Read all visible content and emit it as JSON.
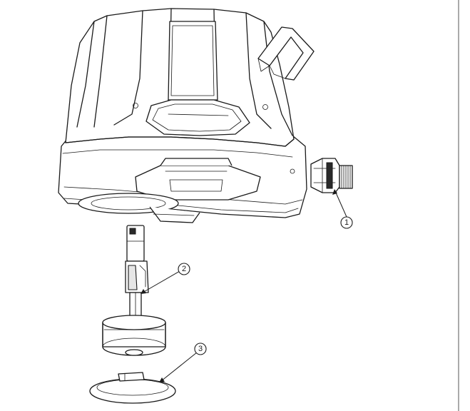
{
  "callouts": [
    {
      "id": "callout-1",
      "label": "1"
    },
    {
      "id": "callout-2",
      "label": "2"
    },
    {
      "id": "callout-3",
      "label": "3"
    }
  ],
  "colors": {
    "line": "#1a1a1a",
    "background": "#ffffff",
    "shade": "#e6e6e6"
  }
}
